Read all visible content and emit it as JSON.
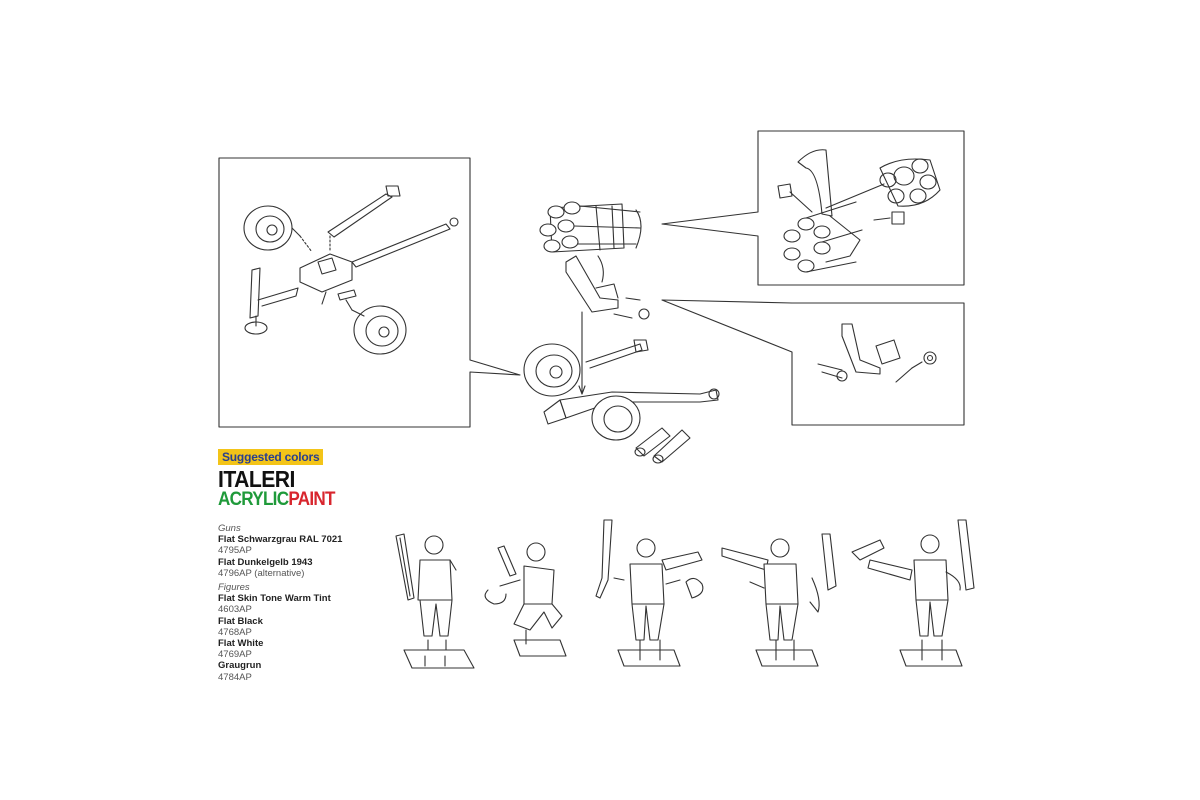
{
  "legend": {
    "badge": "Suggested colors",
    "brand": "ITALERI",
    "brand_sub_a": "ACRYLIC",
    "brand_sub_b": "PAINT",
    "accent_colors": {
      "badge_bg": "#f3c418",
      "badge_text": "#2a3f8f",
      "acrylic": "#1f9a3a",
      "paint": "#d8262e"
    },
    "groups": [
      {
        "title": "Guns",
        "paints": [
          {
            "name": "Flat Schwarzgrau RAL 7021",
            "code": "4795AP"
          },
          {
            "name": "Flat Dunkelgelb 1943",
            "code": "4796AP (alternative)"
          }
        ]
      },
      {
        "title": "Figures",
        "paints": [
          {
            "name": "Flat Skin Tone Warm Tint",
            "code": "4603AP"
          },
          {
            "name": "Flat Black",
            "code": "4768AP"
          },
          {
            "name": "Flat White",
            "code": "4769AP"
          },
          {
            "name": "Graugrun",
            "code": "4784AP"
          }
        ]
      }
    ]
  }
}
